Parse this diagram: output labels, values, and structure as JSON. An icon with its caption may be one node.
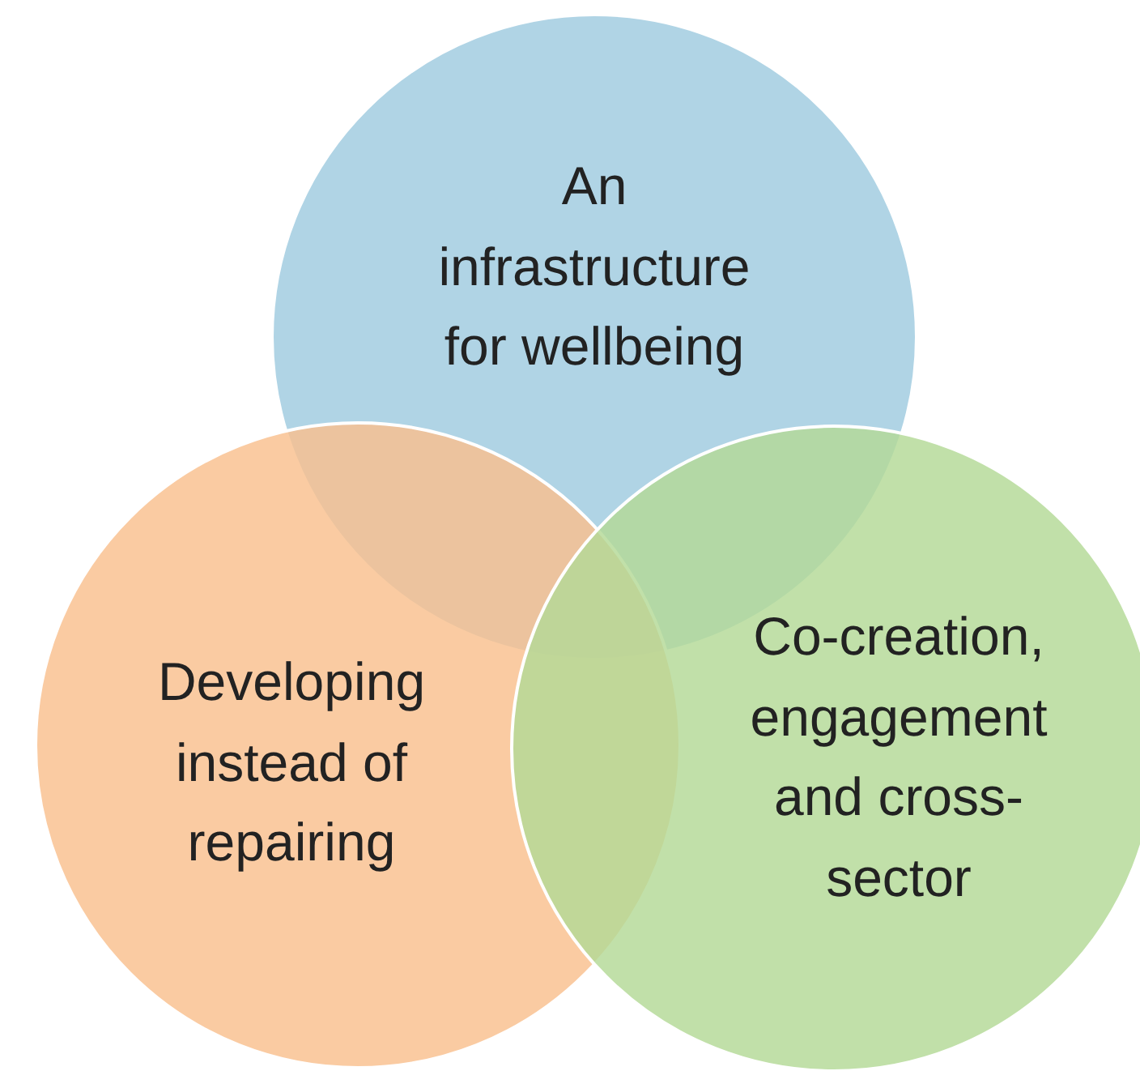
{
  "diagram": {
    "nodes": [
      {
        "text": [
          "An infrastructure for wellbeing"
        ]
      },
      {
        "text": [
          "Developing instead of repairing"
        ]
      },
      {
        "text": [
          "Co-creation, engagement and cross-sector"
        ]
      }
    ]
  }
}
